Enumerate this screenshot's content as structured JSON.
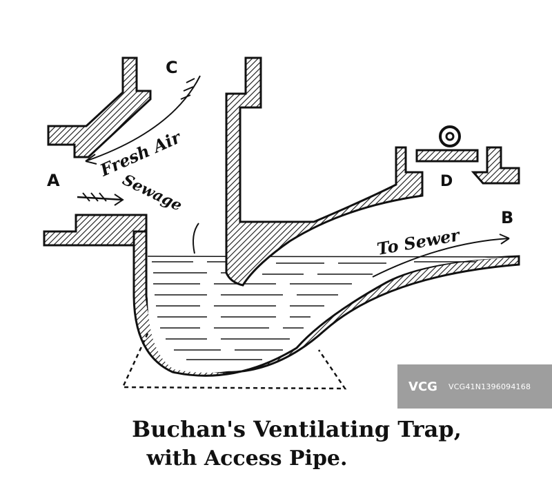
{
  "labels": {
    "a": "A",
    "b": "B",
    "c": "C",
    "d": "D"
  },
  "annotations": {
    "fresh_air": "Fresh Air",
    "sewage": "Sewage",
    "to_sewer": "To Sewer"
  },
  "caption": {
    "line1": "Buchan's Ventilating Trap,",
    "line2": "with Access Pipe."
  },
  "watermark": {
    "logo": "VCG",
    "id_text": "VCG41N1396094168"
  }
}
